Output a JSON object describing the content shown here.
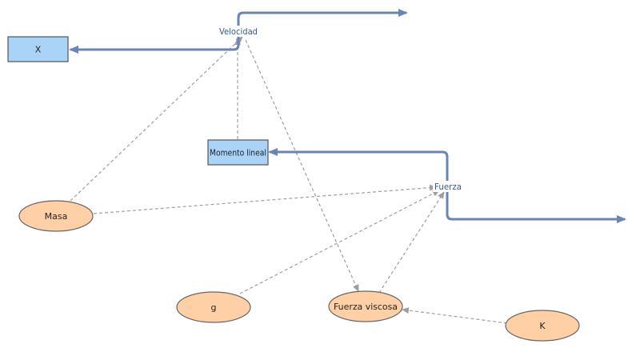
{
  "colors": {
    "stock_fill": "#a9d4f7",
    "stock_stroke": "#555555",
    "aux_fill": "#ffcfa5",
    "aux_stroke": "#666666",
    "flow_stroke": "#6a84b8",
    "link_stroke": "#9e9e9e",
    "flow_label": "#3b5a8c",
    "text": "#222222"
  },
  "stocks": {
    "x": {
      "label": "X"
    },
    "momento": {
      "label": "Momento lineal"
    }
  },
  "flows": {
    "velocidad": {
      "label": "Velocidad"
    },
    "fuerza": {
      "label": "Fuerza"
    }
  },
  "auxiliaries": {
    "masa": {
      "label": "Masa"
    },
    "g": {
      "label": "g"
    },
    "fuerza_viscosa": {
      "label": "Fuerza viscosa"
    },
    "k": {
      "label": "K"
    }
  }
}
